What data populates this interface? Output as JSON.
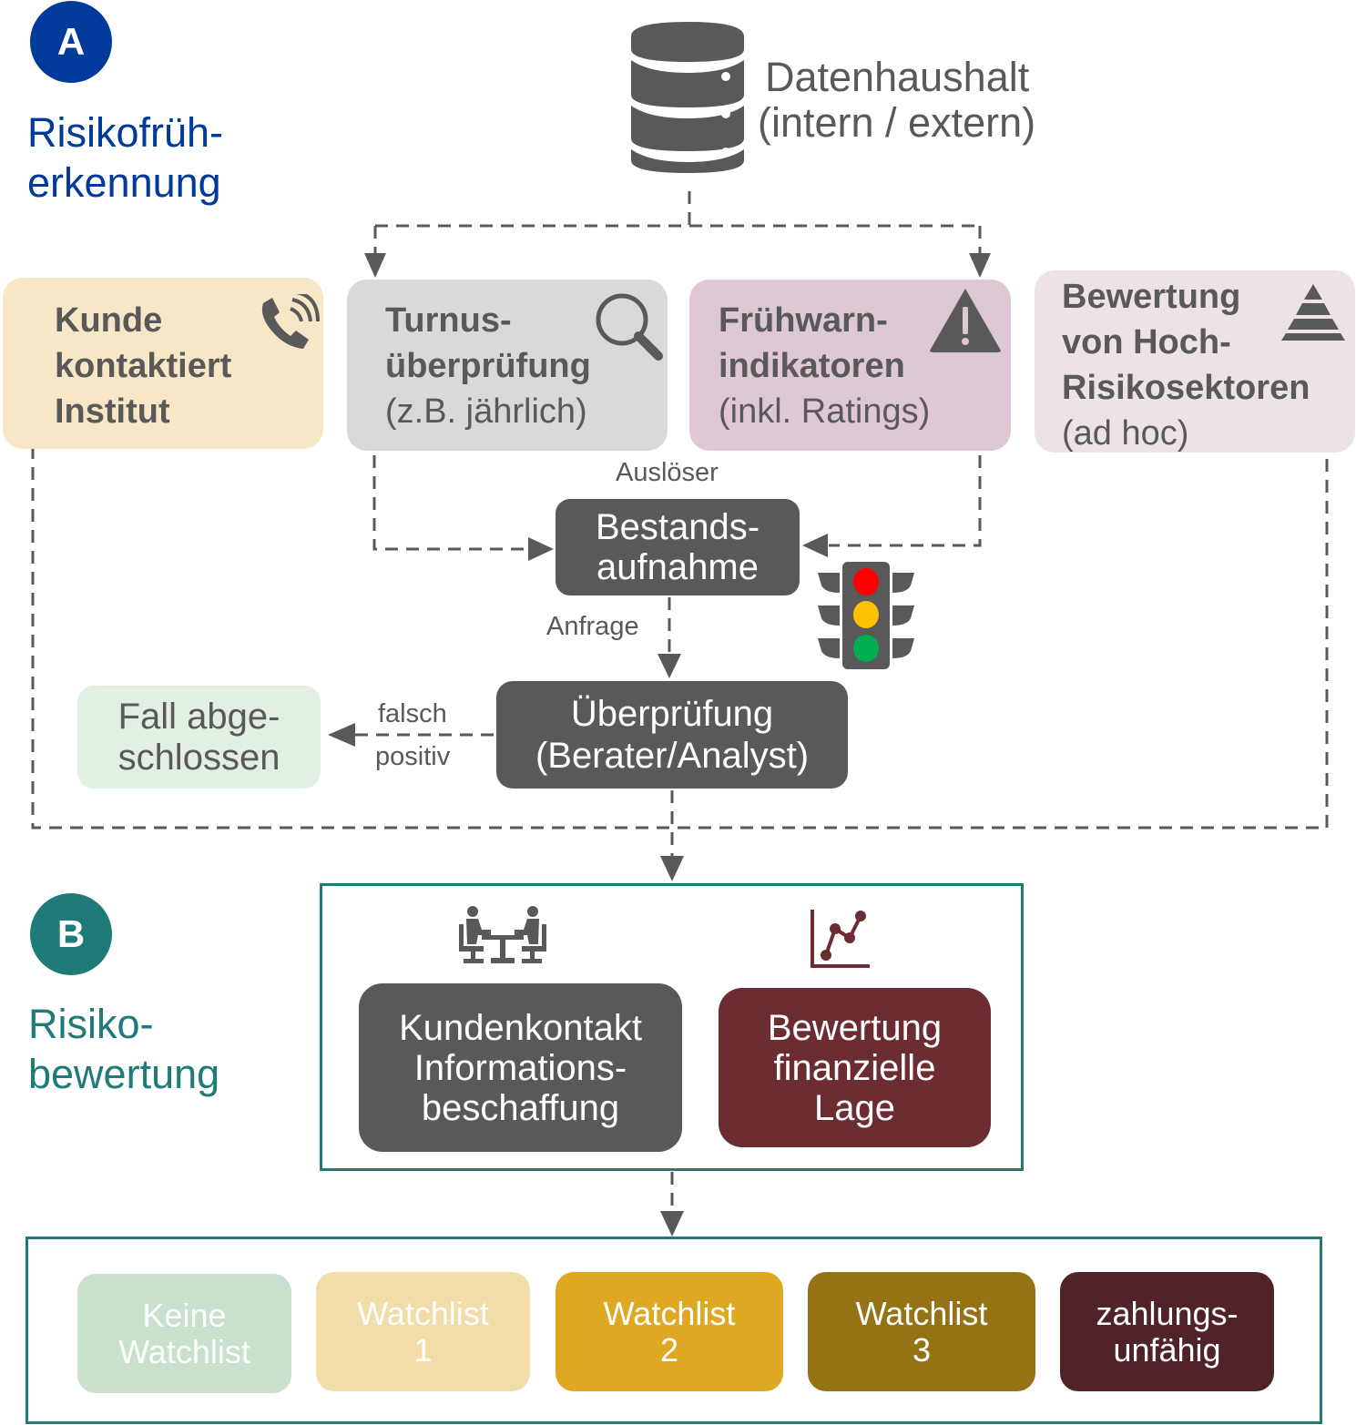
{
  "section_a": {
    "badge": "A",
    "title_line1": "Risikofrüh-",
    "title_line2": "erkennung",
    "color": "#003a9b"
  },
  "section_b": {
    "badge": "B",
    "title_line1": "Risiko-",
    "title_line2": "bewertung",
    "color": "#1e7b78"
  },
  "data_source": {
    "icon": "database-icon",
    "line1": "Datenhaushalt",
    "line2": "(intern / extern)"
  },
  "triggers": [
    {
      "icon": "phone-icon",
      "bold": [
        "Kunde",
        "kontaktiert",
        "Institut"
      ],
      "normal": [],
      "color": "#f7e7c6"
    },
    {
      "icon": "search-icon",
      "bold": [
        "Turnus-",
        "überprüfung"
      ],
      "normal": [
        "(z.B. jährlich)"
      ],
      "color": "#d9d9d9"
    },
    {
      "icon": "warning-icon",
      "bold": [
        "Frühwarn-",
        "indikatoren"
      ],
      "normal": [
        "(inkl. Ratings)"
      ],
      "color": "#dfc8d5"
    },
    {
      "icon": "pyramid-icon",
      "bold": [
        "Bewertung",
        "von Hoch-",
        "Risikosektoren"
      ],
      "normal": [
        "(ad hoc)"
      ],
      "color": "#ede2e8"
    }
  ],
  "flow": {
    "trigger_label": "Auslöser",
    "inventory_line1": "Bestands-",
    "inventory_line2": "aufnahme",
    "request_label": "Anfrage",
    "review_line1": "Überprüfung",
    "review_line2": "(Berater/Analyst)",
    "false_positive_line1": "falsch",
    "false_positive_line2": "positiv",
    "closed_line1": "Fall abge-",
    "closed_line2": "schlossen",
    "traffic_light_icon": "traffic-light-icon",
    "traffic_light_colors": [
      "#ff0000",
      "#ffc000",
      "#00b050"
    ]
  },
  "assessment": {
    "customer_contact": {
      "icon": "meeting-icon",
      "lines": [
        "Kundenkontakt",
        "Informations-",
        "beschaffung"
      ],
      "color": "#595959"
    },
    "financial": {
      "icon": "line-chart-icon",
      "lines": [
        "Bewertung",
        "finanzielle",
        "Lage"
      ],
      "color": "#6b2d32"
    }
  },
  "categories": [
    {
      "line1": "Keine",
      "line2": "Watchlist",
      "color": "#c9e0cd"
    },
    {
      "line1": "Watchlist",
      "line2": "1",
      "color": "#f2dca8"
    },
    {
      "line1": "Watchlist",
      "line2": "2",
      "color": "#dfa822"
    },
    {
      "line1": "Watchlist",
      "line2": "3",
      "color": "#957315"
    },
    {
      "line1": "zahlungs-",
      "line2": "unfähig",
      "color": "#4f2327"
    }
  ]
}
